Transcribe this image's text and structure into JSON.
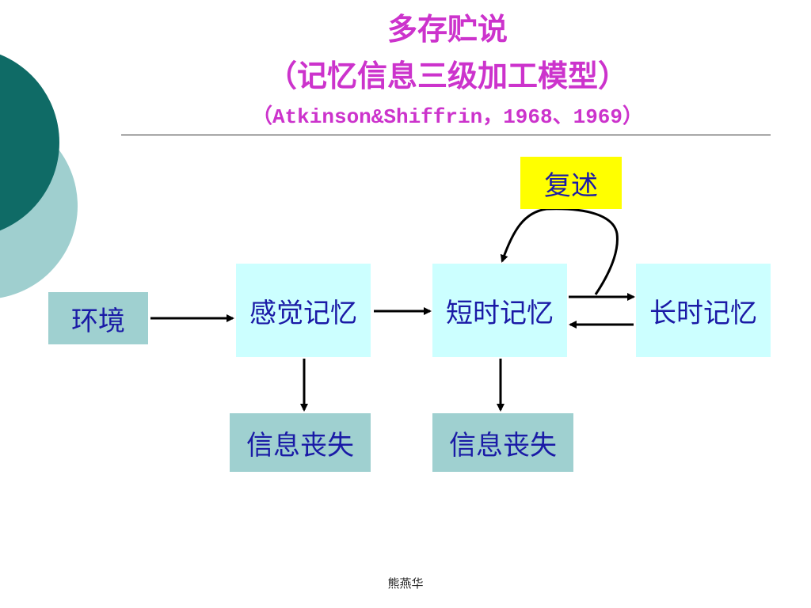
{
  "title": {
    "line1": "多存贮说",
    "line2": "（记忆信息三级加工模型）",
    "line3": "（Atkinson&Shiffrin，1968、1969）"
  },
  "diagram": {
    "environment": "环境",
    "sensory_memory": "感觉记忆",
    "short_term_memory": "短时记忆",
    "long_term_memory": "长时记忆",
    "rehearsal": "复述",
    "info_loss_sensory": "信息丧失",
    "info_loss_short_term": "信息丧失"
  },
  "footer": {
    "author": "熊燕华"
  },
  "colors": {
    "title": "#cc33cc",
    "box_text": "#1a1aa6",
    "teal_box": "#9fd0d0",
    "cyan_box": "#ccffff",
    "rehearsal_box": "#ffff00",
    "deco_dark": "#0f6b66",
    "deco_light": "#9fcfcf"
  }
}
